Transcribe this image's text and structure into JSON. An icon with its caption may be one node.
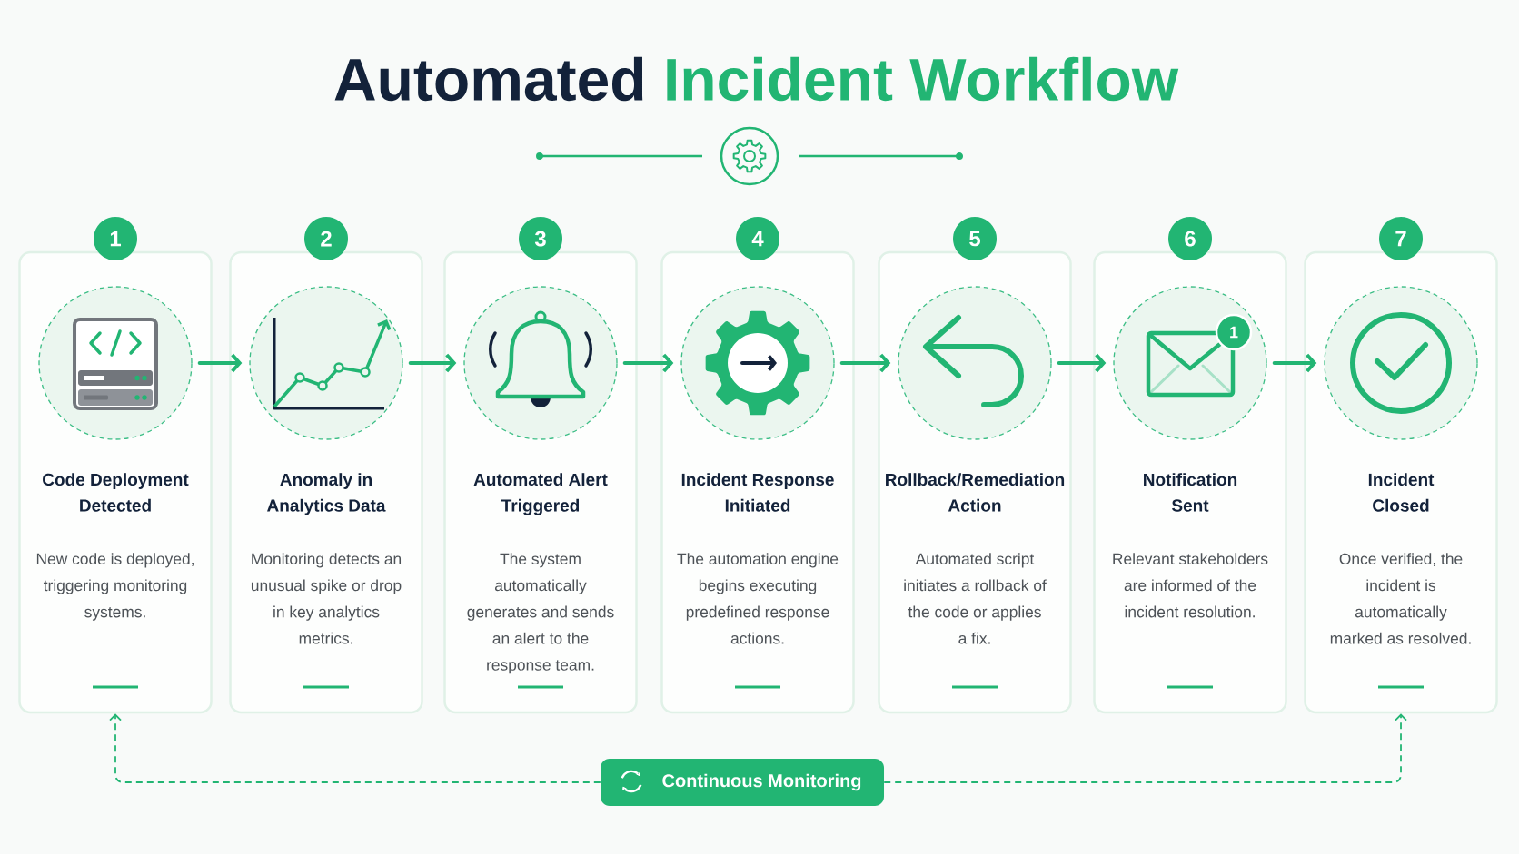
{
  "diagram": {
    "title": "Automated Incident Workflow",
    "nodes": [
      {
        "text": [
          "1"
        ]
      },
      {
        "text": [
          "Code Deployment Detected",
          "New code is deployed, triggering monitoring systems."
        ]
      },
      {
        "text": [],
        "shape": "circle",
        "in": 1
      },
      {
        "text": [
          "2"
        ]
      },
      {
        "text": [
          "Anomaly in Analytics Data",
          "Monitoring detects an unusual spike or drop in key analytics metrics."
        ]
      },
      {
        "text": [],
        "shape": "circle",
        "in": 4
      },
      {
        "text": [
          "3"
        ]
      },
      {
        "text": [
          "Automated Alert Triggered",
          "The system automatically generates and sends an alert to the response team."
        ]
      },
      {
        "text": [],
        "shape": "circle",
        "in": 7
      },
      {
        "text": [
          "4"
        ]
      },
      {
        "text": [
          "Incident Response Initiated",
          "The automation engine begins executing predefined response actions."
        ]
      },
      {
        "text": [],
        "shape": "circle",
        "in": 10
      },
      {
        "text": [
          "5"
        ]
      },
      {
        "text": [
          "Rollback/Remediation Action",
          "Automated script initiates a rollback of the code or applies a fix."
        ]
      },
      {
        "text": [],
        "shape": "circle",
        "in": 13
      },
      {
        "text": [
          "6"
        ]
      },
      {
        "text": [
          "Notification Sent",
          "Relevant stakeholders are informed of the incident resolution."
        ]
      },
      {
        "text": [],
        "shape": "circle",
        "in": 16
      },
      {
        "text": [
          "1"
        ],
        "in": 17
      },
      {
        "text": [
          "7"
        ]
      },
      {
        "text": [
          "Incident Closed",
          "Once verified, the incident is automatically marked as resolved."
        ]
      },
      {
        "text": [],
        "shape": "circle",
        "in": 20
      },
      {
        "text": [
          "Continuous Monitoring"
        ]
      }
    ],
    "edges": [
      {
        "from": 2,
        "to": 5,
        "arrow": "to"
      },
      {
        "from": 5,
        "to": 8,
        "arrow": "to"
      },
      {
        "from": 8,
        "to": 11,
        "arrow": "to"
      },
      {
        "from": 11,
        "to": 14,
        "arrow": "to"
      },
      {
        "from": 14,
        "to": 17,
        "arrow": "to"
      },
      {
        "from": 17,
        "to": 21,
        "arrow": "to"
      },
      {
        "from": 22,
        "to": 1,
        "arrow": "to",
        "style": "dashed"
      },
      {
        "from": 22,
        "to": 20,
        "arrow": "to",
        "style": "dashed"
      }
    ]
  }
}
